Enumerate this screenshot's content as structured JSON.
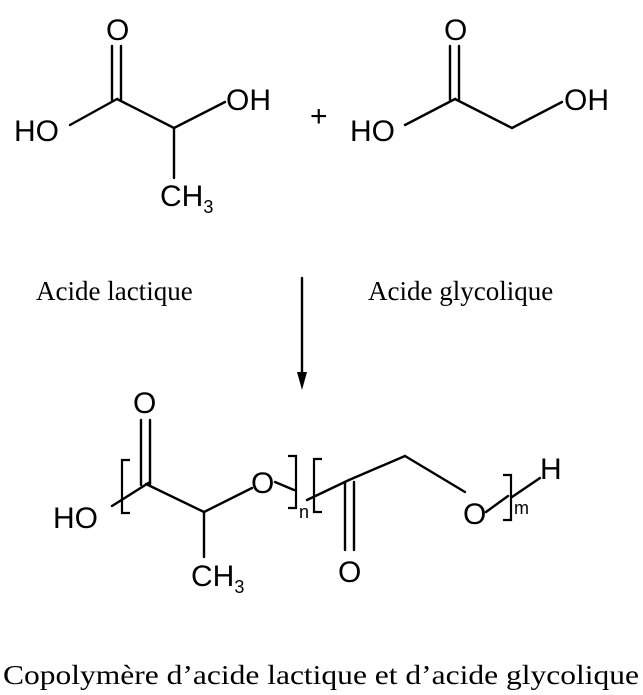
{
  "lactic_acid": {
    "o_top": "O",
    "ho": "HO",
    "oh": "OH",
    "ch": "CH",
    "ch_sub": "3"
  },
  "plus": "+",
  "glycolic_acid": {
    "o_top": "O",
    "ho": "HO",
    "oh": "OH"
  },
  "labels": {
    "lactic": "Acide lactique",
    "glycolic": "Acide glycolique",
    "copolymer": "Copolymère d’acide lactique et d’acide glycolique"
  },
  "copolymer": {
    "ho": "HO",
    "o_top": "O",
    "o_chain": "O",
    "n": "n",
    "o_bottom": "O",
    "o_end": "O",
    "m": "m",
    "h": "H",
    "ch": "CH",
    "ch_sub": "3"
  }
}
